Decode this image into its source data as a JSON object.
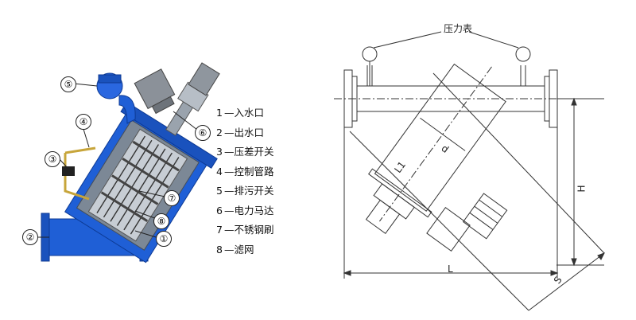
{
  "legend": [
    {
      "num": "1",
      "text": "入水口"
    },
    {
      "num": "2",
      "text": "出水口"
    },
    {
      "num": "3",
      "text": "压差开关"
    },
    {
      "num": "4",
      "text": "控制管路"
    },
    {
      "num": "5",
      "text": "排污开关"
    },
    {
      "num": "6",
      "text": "电力马达"
    },
    {
      "num": "7",
      "text": "不锈钢刷"
    },
    {
      "num": "8",
      "text": "滤网"
    }
  ],
  "legend_dash": "—",
  "callouts": {
    "c1": "①",
    "c2": "②",
    "c3": "③",
    "c4": "④",
    "c5": "⑤",
    "c6": "⑥",
    "c7": "⑦",
    "c8": "⑧"
  },
  "drawing": {
    "pressure_gauge_label": "压力表",
    "dim_d": "d",
    "dim_L1": "L1",
    "dim_H": "H",
    "dim_L": "L",
    "dim_S": "S"
  },
  "colors": {
    "body_blue": "#1f5fd6",
    "dark_blue": "#123f9e",
    "steel": "#9aa3ad",
    "line": "#333333"
  }
}
